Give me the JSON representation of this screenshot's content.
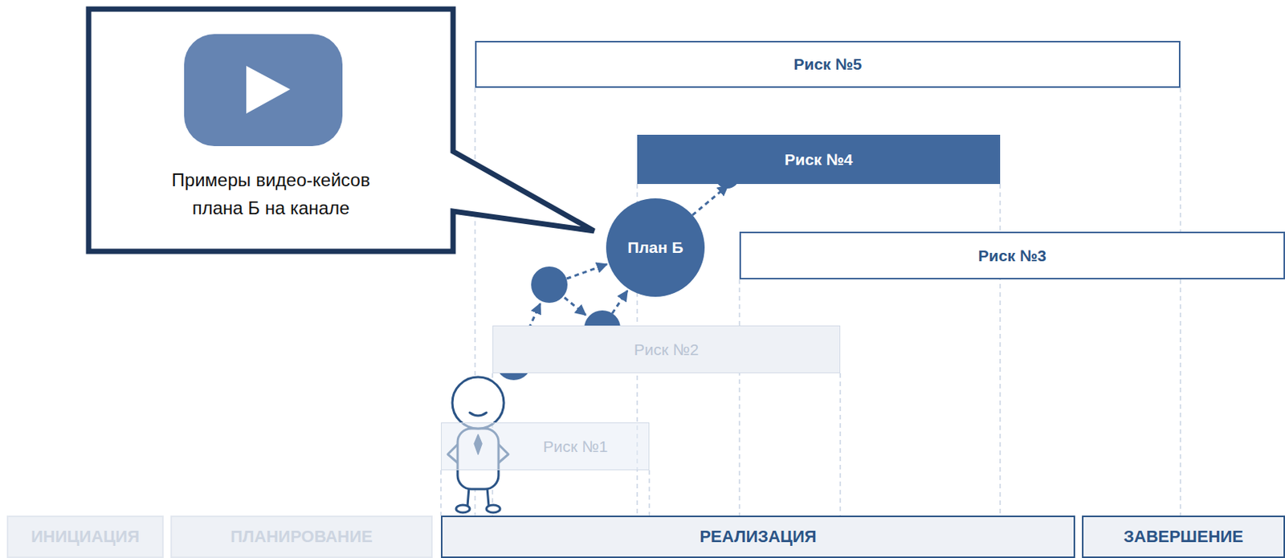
{
  "diagram": {
    "nodes": [
      {
        "text": [
          "Примеры видео-кейсов плана Б на канале"
        ]
      },
      {
        "text": [
          "Риск №5"
        ]
      },
      {
        "text": [
          "Риск №4"
        ]
      },
      {
        "text": [
          "План Б"
        ]
      },
      {
        "text": [
          "Риск №3"
        ]
      },
      {
        "text": [
          "Риск №2"
        ]
      },
      {
        "text": [
          "Риск №1"
        ]
      },
      {
        "text": [
          "ИНИЦИАЦИЯ"
        ]
      },
      {
        "text": [
          "ПЛАНИРОВАНИЕ"
        ]
      },
      {
        "text": [
          "РЕАЛИЗАЦИЯ"
        ]
      },
      {
        "text": [
          "ЗАВЕРШЕНИЕ"
        ]
      }
    ],
    "edges": [
      {
        "from": 3,
        "to": 2,
        "arrow": "to"
      }
    ]
  }
}
